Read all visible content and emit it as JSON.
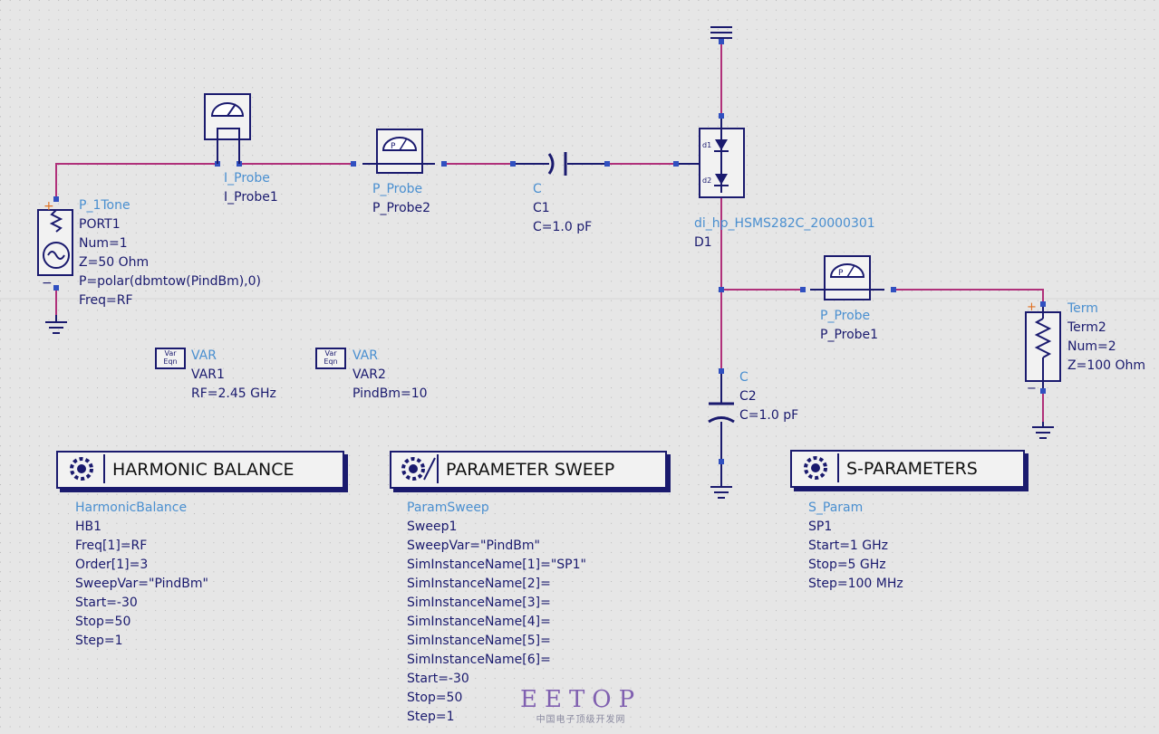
{
  "components": {
    "i_probe": {
      "type": "I_Probe",
      "name": "I_Probe1"
    },
    "p_probe2": {
      "type": "P_Probe",
      "name": "P_Probe2"
    },
    "c1": {
      "type": "C",
      "name": "C1",
      "value": "C=1.0 pF"
    },
    "diode": {
      "type": "di_hp_HSMS282C_20000301",
      "name": "D1",
      "pin1": "d1",
      "pin2": "d2"
    },
    "port": {
      "type": "P_1Tone",
      "name": "PORT1",
      "params": [
        "Num=1",
        "Z=50 Ohm",
        "P=polar(dbmtow(PindBm),0)",
        "Freq=RF"
      ]
    },
    "p_probe1": {
      "type": "P_Probe",
      "name": "P_Probe1"
    },
    "term": {
      "type": "Term",
      "name": "Term2",
      "params": [
        "Num=2",
        "Z=100 Ohm"
      ]
    },
    "c2": {
      "type": "C",
      "name": "C2",
      "value": "C=1.0 pF"
    },
    "var1": {
      "type": "VAR",
      "name": "VAR1",
      "value": "RF=2.45 GHz"
    },
    "var2": {
      "type": "VAR",
      "name": "VAR2",
      "value": "PindBm=10"
    },
    "var_icon_text": [
      "Var",
      "Eqn"
    ]
  },
  "controllers": {
    "hb": {
      "title": "HARMONIC BALANCE",
      "type": "HarmonicBalance",
      "name": "HB1",
      "params": [
        "Freq[1]=RF",
        "Order[1]=3",
        "SweepVar=\"PindBm\"",
        "Start=-30",
        "Stop=50",
        "Step=1"
      ]
    },
    "sweep": {
      "title": "PARAMETER SWEEP",
      "type": "ParamSweep",
      "name": "Sweep1",
      "params": [
        "SweepVar=\"PindBm\"",
        "SimInstanceName[1]=\"SP1\"",
        "SimInstanceName[2]=",
        "SimInstanceName[3]=",
        "SimInstanceName[4]=",
        "SimInstanceName[5]=",
        "SimInstanceName[6]=",
        "Start=-30",
        "Stop=50",
        "Step=1"
      ]
    },
    "sp": {
      "title": "S-PARAMETERS",
      "type": "S_Param",
      "name": "SP1",
      "params": [
        "Start=1 GHz",
        "Stop=5 GHz",
        "Step=100 MHz"
      ]
    }
  },
  "watermark": {
    "text": "EETOP",
    "subtitle": "中国电子顶级开发网"
  },
  "colors": {
    "background": "#e6e6e6",
    "wire": "#b0307a",
    "symbol": "#1a1a6e",
    "label_type": "#4a8fd0",
    "label": "#1a1a6e",
    "grid": "#c8c8c8"
  }
}
